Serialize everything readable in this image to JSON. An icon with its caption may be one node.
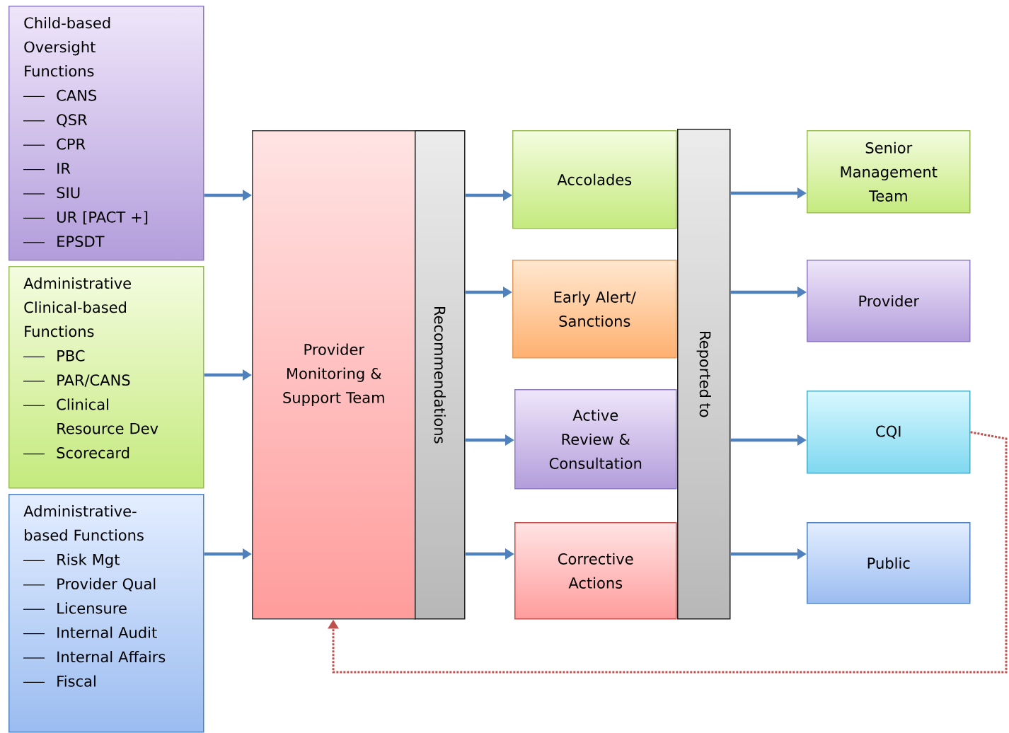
{
  "diagram": {
    "nodes": [
      {
        "text": [
          "Child-based Oversight Functions",
          "CANS",
          "QSR",
          "CPR",
          "IR",
          "SIU",
          "UR [PACT +]",
          "EPSDT"
        ]
      },
      {
        "text": [
          "Administrative Clinical-based Functions",
          "PBC",
          "PAR/CANS",
          "Clinical Resource Dev",
          "Scorecard"
        ]
      },
      {
        "text": [
          "Administrative-based Functions",
          "Risk Mgt",
          "Provider Qual",
          "Licensure",
          "Internal Audit",
          "Internal Affairs",
          "Fiscal"
        ]
      },
      {
        "text": [
          "Provider Monitoring & Support Team"
        ]
      },
      {
        "text": [
          "Recommendations"
        ]
      },
      {
        "text": [
          "Accolades"
        ]
      },
      {
        "text": [
          "Early Alert/ Sanctions"
        ]
      },
      {
        "text": [
          "Active Review & Consultation"
        ]
      },
      {
        "text": [
          "Corrective Actions"
        ]
      },
      {
        "text": [
          "Reported to"
        ]
      },
      {
        "text": [
          "Senior Management Team"
        ]
      },
      {
        "text": [
          "Provider"
        ]
      },
      {
        "text": [
          "CQI"
        ]
      },
      {
        "text": [
          "Public"
        ]
      }
    ],
    "edges": [
      {
        "from": 0,
        "to": 3,
        "arrow": "to"
      },
      {
        "from": 1,
        "to": 3,
        "arrow": "to"
      },
      {
        "from": 2,
        "to": 3,
        "arrow": "to"
      },
      {
        "from": 4,
        "to": 5,
        "arrow": "to"
      },
      {
        "from": 4,
        "to": 6,
        "arrow": "to"
      },
      {
        "from": 4,
        "to": 7,
        "arrow": "to"
      },
      {
        "from": 4,
        "to": 8,
        "arrow": "to"
      },
      {
        "from": 9,
        "to": 10,
        "arrow": "to"
      },
      {
        "from": 9,
        "to": 11,
        "arrow": "to"
      },
      {
        "from": 9,
        "to": 12,
        "arrow": "to"
      },
      {
        "from": 9,
        "to": 13,
        "arrow": "to"
      },
      {
        "from": 12,
        "to": 3,
        "arrow": "to",
        "style": "dashed",
        "color": "#c0504d"
      }
    ]
  }
}
